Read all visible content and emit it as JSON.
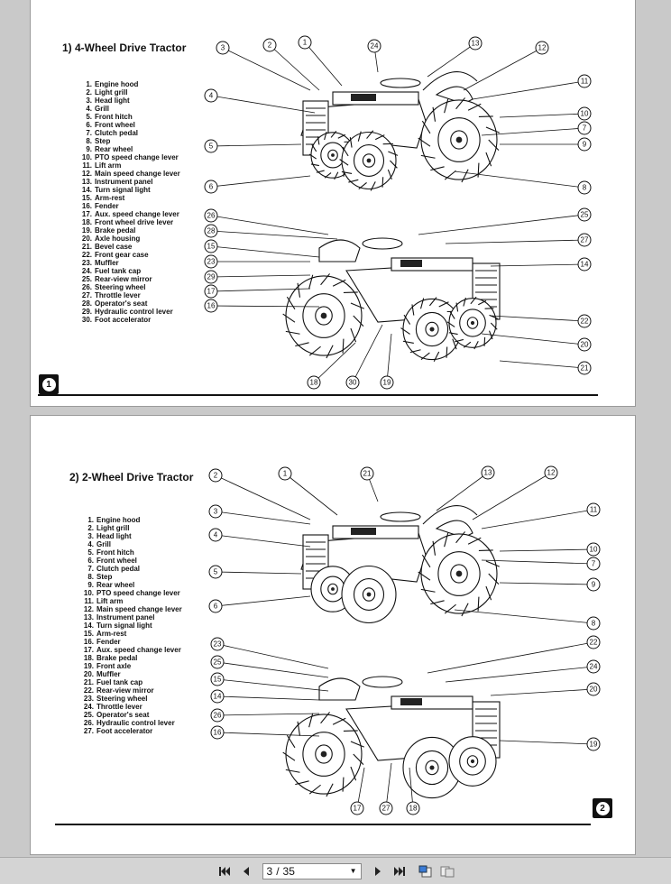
{
  "pages": [
    {
      "title": "1)  4-Wheel Drive Tractor",
      "page_number": "1",
      "legend": [
        {
          "n": "1.",
          "t": "Engine hood"
        },
        {
          "n": "2.",
          "t": "Light grill"
        },
        {
          "n": "3.",
          "t": "Head light"
        },
        {
          "n": "4.",
          "t": "Grill"
        },
        {
          "n": "5.",
          "t": "Front hitch"
        },
        {
          "n": "6.",
          "t": "Front wheel"
        },
        {
          "n": "7.",
          "t": "Clutch pedal"
        },
        {
          "n": "8.",
          "t": "Step"
        },
        {
          "n": "9.",
          "t": "Rear wheel"
        },
        {
          "n": "10.",
          "t": "PTO speed change lever"
        },
        {
          "n": "11.",
          "t": "Lift arm"
        },
        {
          "n": "12.",
          "t": "Main speed change lever"
        },
        {
          "n": "13.",
          "t": "Instrument panel"
        },
        {
          "n": "14.",
          "t": "Turn signal light"
        },
        {
          "n": "15.",
          "t": "Arm-rest"
        },
        {
          "n": "16.",
          "t": "Fender"
        },
        {
          "n": "17.",
          "t": "Aux. speed change lever"
        },
        {
          "n": "18.",
          "t": "Front wheel drive lever"
        },
        {
          "n": "19.",
          "t": "Brake pedal"
        },
        {
          "n": "20.",
          "t": "Axle housing"
        },
        {
          "n": "21.",
          "t": "Bevel case"
        },
        {
          "n": "22.",
          "t": "Front gear case"
        },
        {
          "n": "23.",
          "t": "Muffler"
        },
        {
          "n": "24.",
          "t": "Fuel tank cap"
        },
        {
          "n": "25.",
          "t": "Rear-view mirror"
        },
        {
          "n": "26.",
          "t": "Steering wheel"
        },
        {
          "n": "27.",
          "t": "Throttle lever"
        },
        {
          "n": "28.",
          "t": "Operator's seat"
        },
        {
          "n": "29.",
          "t": "Hydraulic control lever"
        },
        {
          "n": "30.",
          "t": "Foot accelerator"
        }
      ],
      "callouts_top": [
        "3",
        "2",
        "1",
        "24",
        "13",
        "12",
        "4",
        "11",
        "10",
        "7",
        "5",
        "9",
        "6",
        "8"
      ],
      "callouts_bottom": [
        "26",
        "25",
        "28",
        "27",
        "15",
        "14",
        "23",
        "29",
        "17",
        "16",
        "22",
        "20",
        "21",
        "18",
        "30",
        "19"
      ]
    },
    {
      "title": "2)  2-Wheel Drive Tractor",
      "page_number": "2",
      "legend": [
        {
          "n": "1.",
          "t": "Engine hood"
        },
        {
          "n": "2.",
          "t": "Light grill"
        },
        {
          "n": "3.",
          "t": "Head light"
        },
        {
          "n": "4.",
          "t": "Grill"
        },
        {
          "n": "5.",
          "t": "Front hitch"
        },
        {
          "n": "6.",
          "t": "Front wheel"
        },
        {
          "n": "7.",
          "t": "Clutch pedal"
        },
        {
          "n": "8.",
          "t": "Step"
        },
        {
          "n": "9.",
          "t": "Rear wheel"
        },
        {
          "n": "10.",
          "t": "PTO speed change lever"
        },
        {
          "n": "11.",
          "t": "Lift arm"
        },
        {
          "n": "12.",
          "t": "Main speed change lever"
        },
        {
          "n": "13.",
          "t": "Instrument panel"
        },
        {
          "n": "14.",
          "t": "Turn signal light"
        },
        {
          "n": "15.",
          "t": "Arm-rest"
        },
        {
          "n": "16.",
          "t": "Fender"
        },
        {
          "n": "17.",
          "t": "Aux. speed change lever"
        },
        {
          "n": "18.",
          "t": "Brake pedal"
        },
        {
          "n": "19.",
          "t": "Front axle"
        },
        {
          "n": "20.",
          "t": "Muffler"
        },
        {
          "n": "21.",
          "t": "Fuel tank cap"
        },
        {
          "n": "22.",
          "t": "Rear-view mirror"
        },
        {
          "n": "23.",
          "t": "Steering wheel"
        },
        {
          "n": "24.",
          "t": "Throttle lever"
        },
        {
          "n": "25.",
          "t": "Operator's seat"
        },
        {
          "n": "26.",
          "t": "Hydraulic control lever"
        },
        {
          "n": "27.",
          "t": "Foot accelerator"
        }
      ],
      "callouts_top": [
        "2",
        "1",
        "21",
        "13",
        "12",
        "3",
        "11",
        "4",
        "10",
        "7",
        "5",
        "9",
        "6",
        "8"
      ],
      "callouts_bottom": [
        "23",
        "22",
        "25",
        "24",
        "15",
        "14",
        "20",
        "26",
        "16",
        "19",
        "17",
        "27",
        "18"
      ]
    }
  ],
  "toolbar": {
    "current_page": "3",
    "separator": "/",
    "total_pages": "35",
    "first_icon": "first-page-icon",
    "prev_icon": "prev-page-icon",
    "next_icon": "next-page-icon",
    "last_icon": "last-page-icon",
    "fit_icon": "fit-page-icon",
    "view_icon": "two-page-view-icon"
  }
}
